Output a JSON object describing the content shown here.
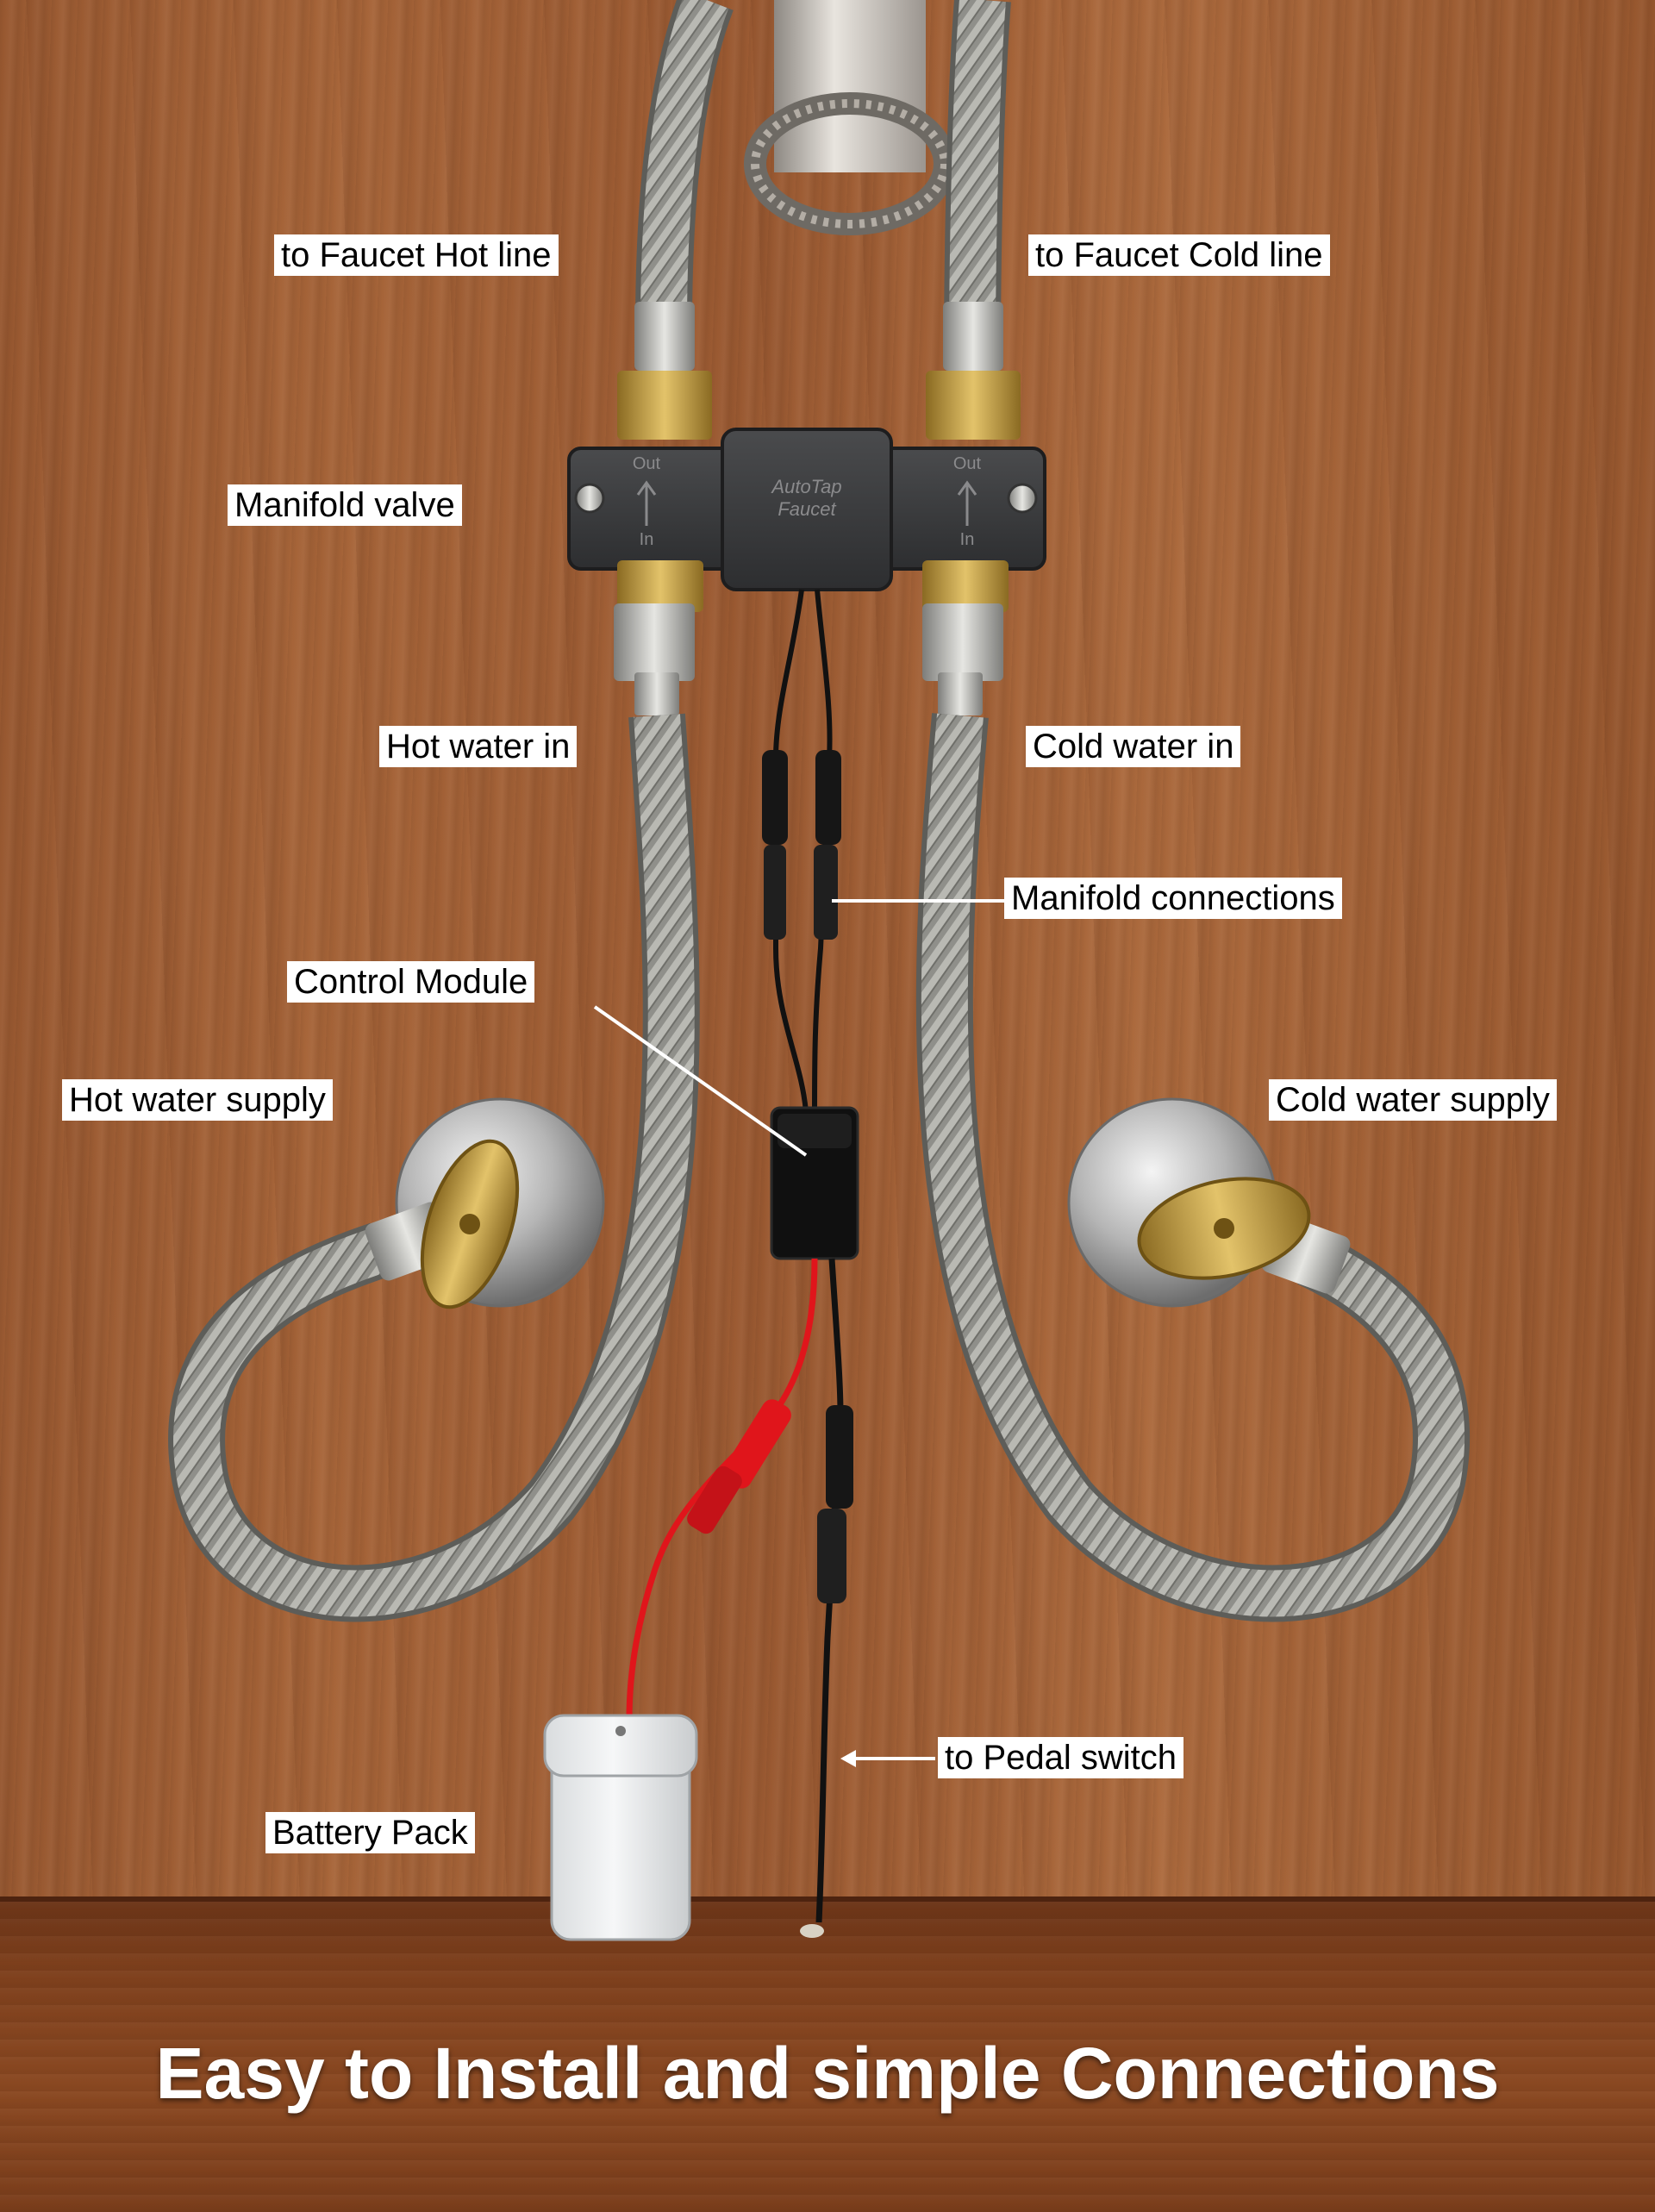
{
  "labels": {
    "faucet_hot": "to Faucet Hot line",
    "faucet_cold": "to Faucet Cold line",
    "manifold_valve": "Manifold valve",
    "hot_in": "Hot water in",
    "cold_in": "Cold water in",
    "manifold_connections": "Manifold connections",
    "control_module": "Control Module",
    "hot_supply": "Hot water supply",
    "cold_supply": "Cold water supply",
    "pedal_switch": "to Pedal switch",
    "battery_pack": "Battery Pack"
  },
  "manifold": {
    "brand_line1": "AutoTap",
    "brand_line2": "Faucet",
    "port_out": "Out",
    "port_in": "In"
  },
  "headline": "Easy to Install and simple Connections",
  "colors": {
    "label_bg": "#ffffff",
    "label_text": "#000000",
    "headline_text": "#ffffff",
    "cabinet_wood": "#a8663a",
    "battery_wire": "#e0151b",
    "signal_wire": "#111111"
  }
}
